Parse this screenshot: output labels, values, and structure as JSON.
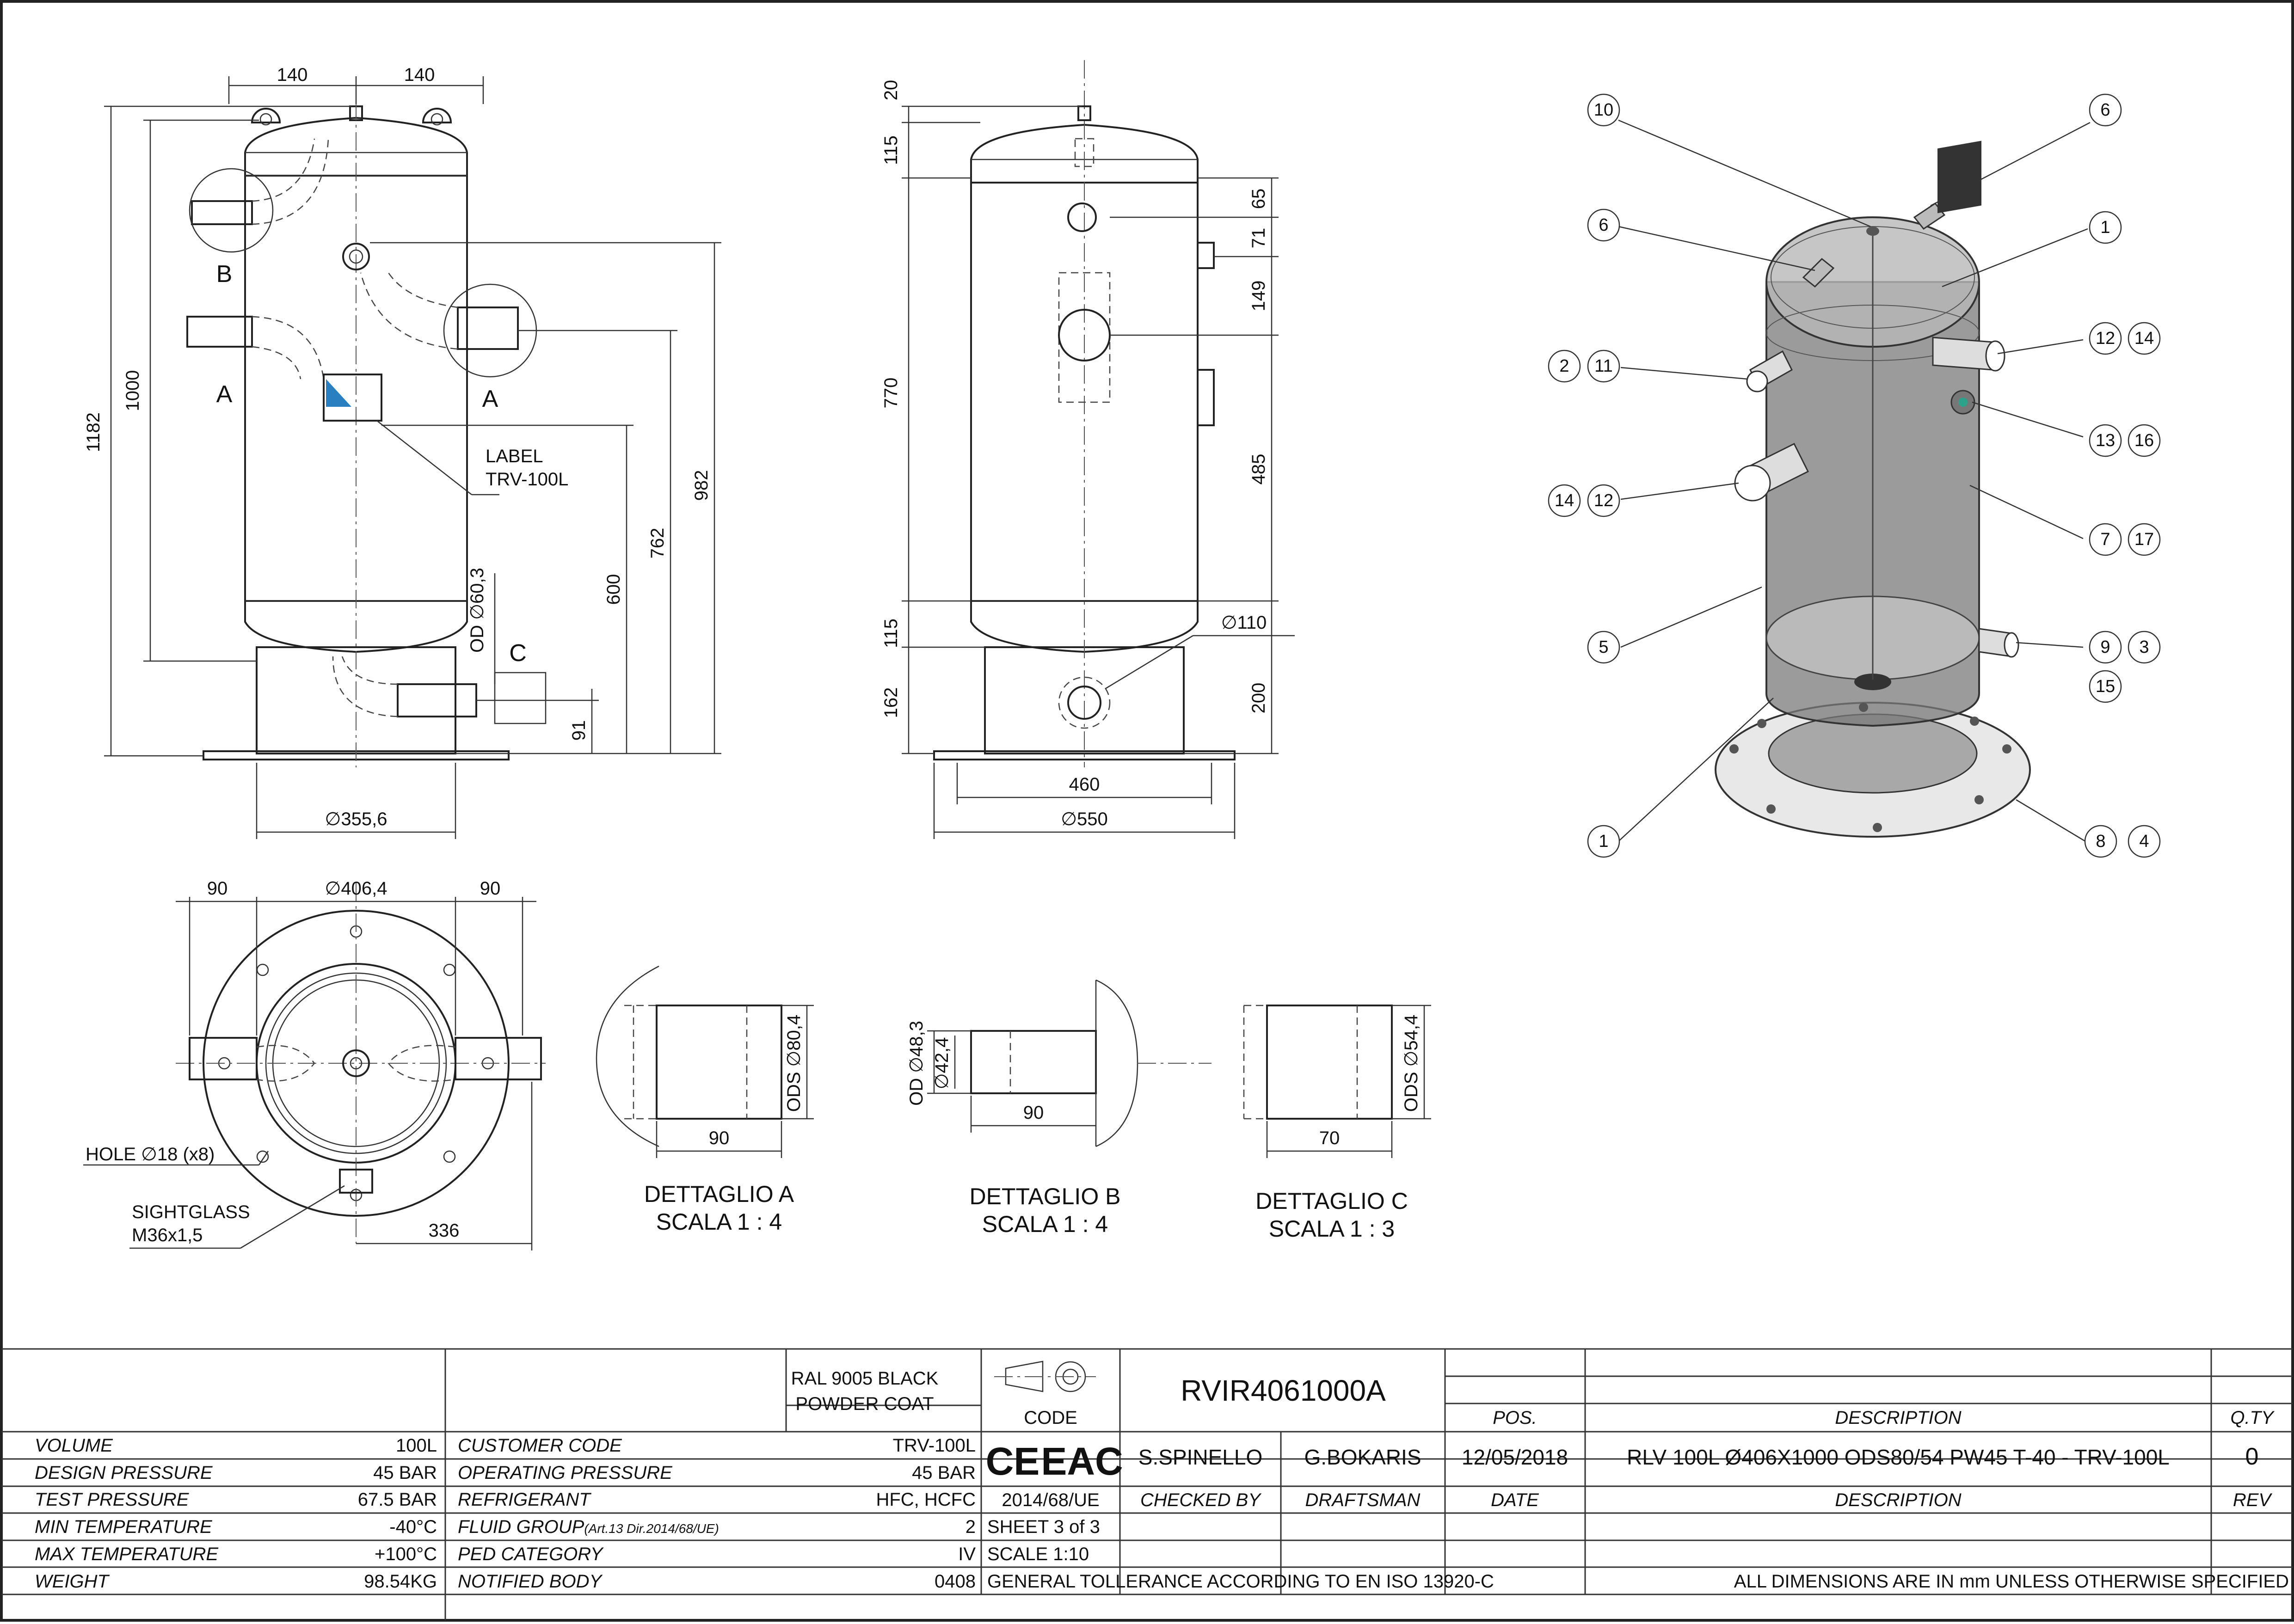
{
  "front_view": {
    "dims_top": [
      "140",
      "140"
    ],
    "dim_1182": "1182",
    "dim_1000": "1000",
    "dim_982": "982",
    "dim_762": "762",
    "dim_600": "600",
    "dim_91": "91",
    "dim_od": "OD ∅60,3",
    "dim_dia": "∅355,6",
    "detail_a_left": "A",
    "detail_a_right": "A",
    "detail_b": "B",
    "detail_c": "C",
    "label_callout": "LABEL",
    "label_callout_2": "TRV-100L"
  },
  "side_view": {
    "dims_right": [
      "65",
      "71",
      "149",
      "485",
      "200"
    ],
    "dims_left": [
      "20",
      "115",
      "770",
      "115",
      "162"
    ],
    "dim_110": "∅110",
    "dim_460": "460",
    "dim_550": "∅550"
  },
  "top_view": {
    "dim_90_left": "90",
    "dim_406": "∅406,4",
    "dim_90_right": "90",
    "dim_336": "336",
    "hole_note": "HOLE ∅18 (x8)",
    "sightglass_1": "SIGHTGLASS",
    "sightglass_2": "M36x1,5"
  },
  "details": [
    {
      "title": "DETTAGLIO A",
      "scale": "SCALA 1 : 4",
      "dim_len": "90",
      "dim_dia": "ODS ∅80,4"
    },
    {
      "title": "DETTAGLIO B",
      "scale": "SCALA 1 : 4",
      "dim_len": "90",
      "dim_od": "OD ∅48,3",
      "dim_id": "∅42,4"
    },
    {
      "title": "DETTAGLIO C",
      "scale": "SCALA 1 : 3",
      "dim_len": "70",
      "dim_dia": "ODS ∅54,4"
    }
  ],
  "iso_balloons": {
    "b10": "10",
    "b6a": "6",
    "b6b": "6",
    "b1a": "1",
    "b2": "2",
    "b11": "11",
    "b12a": "12",
    "b14a": "14",
    "b13": "13",
    "b16": "16",
    "b14b": "14",
    "b12b": "12",
    "b7": "7",
    "b17": "17",
    "b5": "5",
    "b9": "9",
    "b3": "3",
    "b15": "15",
    "b1b": "1",
    "b8": "8",
    "b4": "4"
  },
  "title_block": {
    "finish_1": "RAL 9005 BLACK",
    "finish_2": "POWDER COAT",
    "code_label": "CODE",
    "code_value": "RVIR4061000A",
    "pos_label": "POS.",
    "description_label": "DESCRIPTION",
    "qty_label": "Q.TY",
    "checked_name": "S.SPINELLO",
    "draftsman_name": "G.BOKARIS",
    "date_value": "12/05/2018",
    "description_value": "RLV 100L Ø406X1000 ODS80/54 PW45 T-40 - TRV-100L",
    "rev_value": "0",
    "checked_label": "CHECKED BY",
    "draftsman_label": "DRAFTSMAN",
    "date_label": "DATE",
    "description_label_2": "DESCRIPTION",
    "rev_label": "REV",
    "directive": "2014/68/UE",
    "sheet": "SHEET 3 of 3",
    "scale": "SCALE   1:10",
    "tolerance": "GENERAL TOLLERANCE ACCORDING TO EN ISO 13920-C",
    "units_note": "ALL DIMENSIONS ARE IN mm UNLESS OTHERWISE SPECIFIED",
    "specs_left": [
      {
        "label": "VOLUME",
        "value": "100L"
      },
      {
        "label": "DESIGN PRESSURE",
        "value": "45 BAR"
      },
      {
        "label": "TEST PRESSURE",
        "value": "67.5 BAR"
      },
      {
        "label": "MIN TEMPERATURE",
        "value": "-40°C"
      },
      {
        "label": "MAX TEMPERATURE",
        "value": "+100°C"
      },
      {
        "label": "WEIGHT",
        "value": "98.54KG"
      }
    ],
    "specs_right": [
      {
        "label": "CUSTOMER CODE",
        "value": "TRV-100L"
      },
      {
        "label": "OPERATING PRESSURE",
        "value": "45 BAR"
      },
      {
        "label": "REFRIGERANT",
        "value": "HFC, HCFC"
      },
      {
        "label": "FLUID GROUP",
        "label_small": "(Art.13 Dir.2014/68/UE)",
        "value": "2"
      },
      {
        "label": "PED CATEGORY",
        "value": "IV"
      },
      {
        "label": "NOTIFIED BODY",
        "value": "0408"
      }
    ]
  }
}
